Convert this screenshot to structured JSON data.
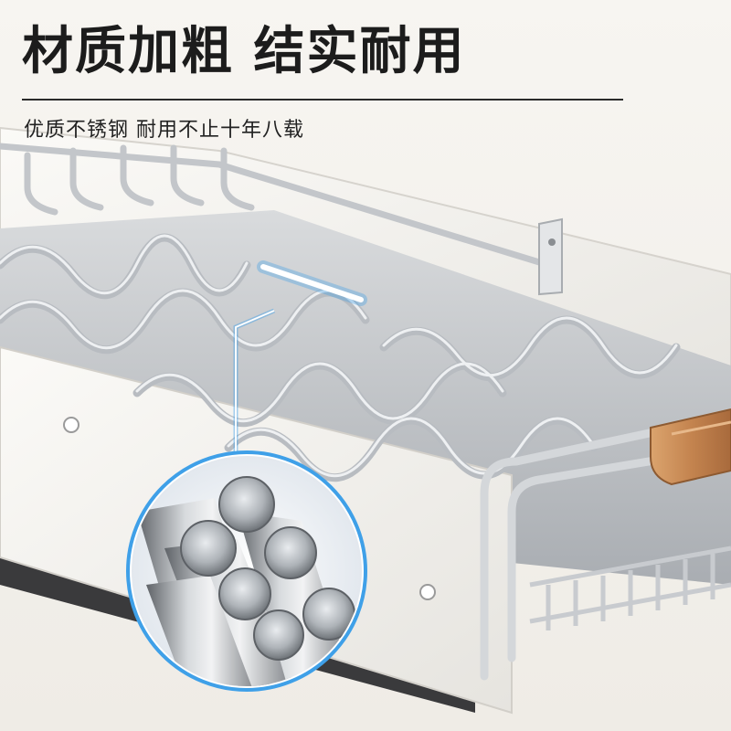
{
  "header": {
    "headline": "材质加粗 结实耐用",
    "subline": "优质不锈钢 耐用不止十年八载"
  },
  "scene": {
    "subject": "stainless-steel-dish-rack",
    "inset": "stainless-steel-rods-closeup",
    "colors": {
      "steel": "#c9ccd0",
      "steel_dark": "#8d9196",
      "frame_white": "#f3f2ef",
      "tray_grey": "#bfc2c6",
      "wood": "#c98a55",
      "callout_blue": "#3fa0e8",
      "inset_bg": "#f0f3f7"
    }
  }
}
